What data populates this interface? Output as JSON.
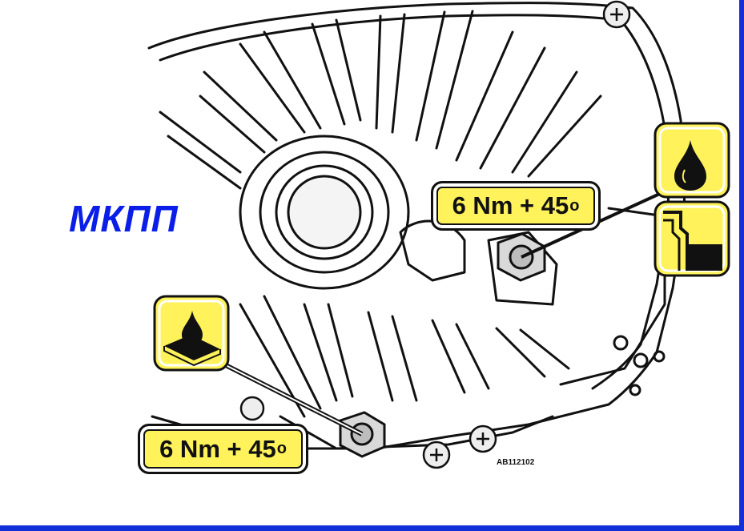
{
  "title": "МКПП",
  "figure_code": "AB112102",
  "callouts": [
    {
      "torque": "6 Nm + 45",
      "degree_mark": "o"
    },
    {
      "torque": "6 Nm + 45",
      "degree_mark": "o"
    }
  ],
  "icons": {
    "top_right": [
      "oil-drop-icon",
      "sealant-flange-icon"
    ],
    "left": [
      "oil-drop-on-surface-icon"
    ]
  },
  "colors": {
    "frame_blue": "#1230d8",
    "title_blue": "#0a1ee8",
    "callout_yellow": "#fff25a",
    "line_black": "#111111"
  }
}
